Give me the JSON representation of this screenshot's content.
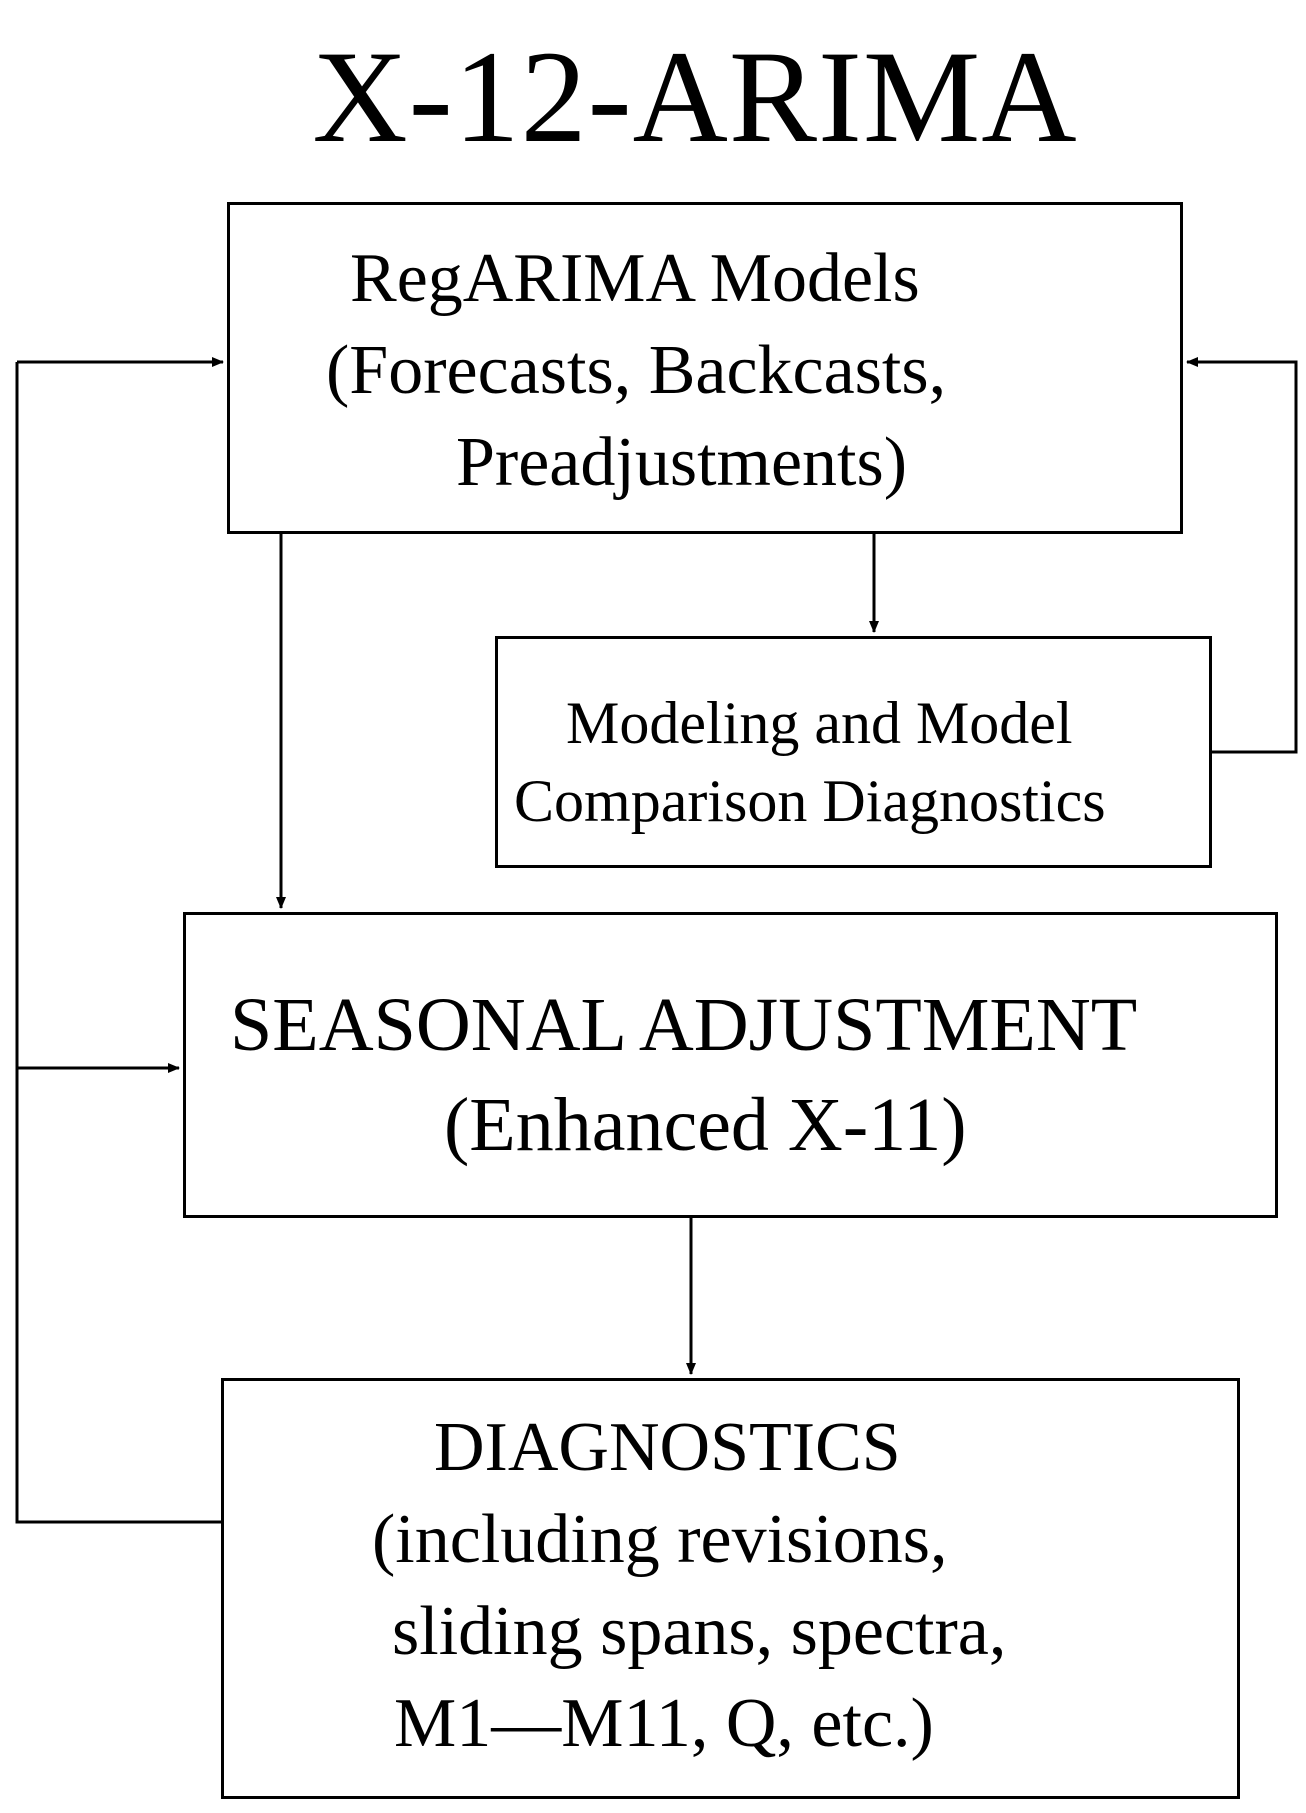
{
  "title": "X-12-ARIMA",
  "boxes": {
    "regarima": {
      "lines": [
        "RegARIMA Models",
        "(Forecasts, Backcasts,",
        "Preadjustments)"
      ]
    },
    "modeling": {
      "lines": [
        "Modeling and Model",
        "Comparison Diagnostics"
      ]
    },
    "seasonal": {
      "lines": [
        "SEASONAL ADJUSTMENT",
        "(Enhanced X-11)"
      ]
    },
    "diagnostics": {
      "lines": [
        "DIAGNOSTICS",
        "(including revisions,",
        "sliding spans, spectra,",
        "M1—M11, Q, etc.)"
      ]
    }
  },
  "colors": {
    "stroke": "#000000",
    "background": "#ffffff"
  }
}
